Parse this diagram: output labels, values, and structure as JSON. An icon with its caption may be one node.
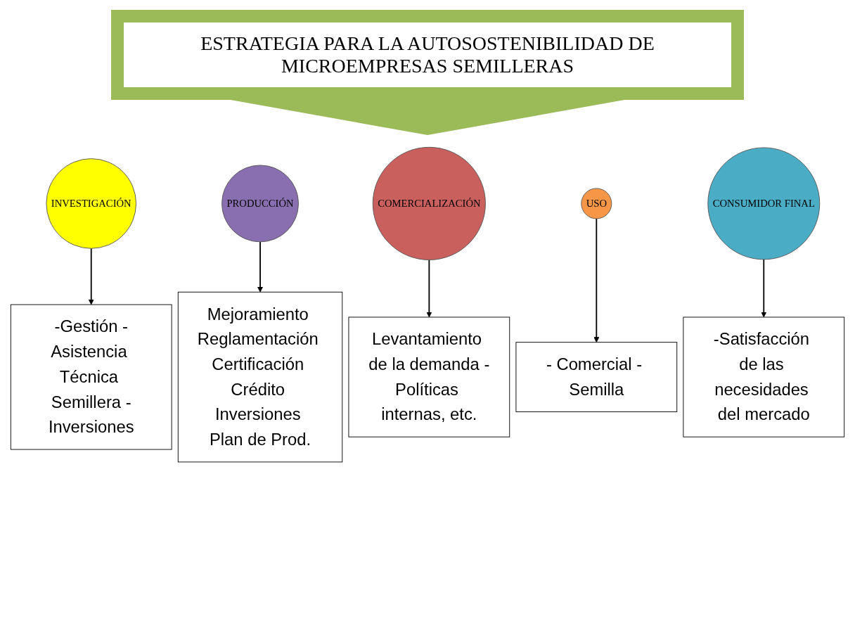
{
  "diagram": {
    "title": "ESTRATEGIA PARA LA AUTOSOSTENIBILIDAD DE MICROEMPRESAS SEMILLERAS",
    "nodes": [
      {
        "text": [
          "INVESTIGACIÓN"
        ]
      },
      {
        "text": [
          "PRODUCCIÓN"
        ]
      },
      {
        "text": [
          "COMERCIALIZACIÓN"
        ]
      },
      {
        "text": [
          "USO"
        ]
      },
      {
        "text": [
          "CONSUMIDOR FINAL"
        ]
      },
      {
        "text": [
          "-Gestión -Asistencia Técnica Semillera -Inversiones"
        ]
      },
      {
        "text": [
          "Mejoramiento Reglamentación Certificación Crédito Inversiones Plan de Prod."
        ]
      },
      {
        "text": [
          "Levantamiento de la demanda -Políticas internas, etc."
        ]
      },
      {
        "text": [
          "- Comercial - Semilla"
        ]
      },
      {
        "text": [
          "-Satisfacción de las necesidades del mercado"
        ]
      }
    ],
    "edges": [
      {
        "from": 0,
        "to": 5,
        "arrow": "to"
      },
      {
        "from": 1,
        "to": 6,
        "arrow": "to"
      },
      {
        "from": 2,
        "to": 7,
        "arrow": "to"
      },
      {
        "from": 3,
        "to": 8,
        "arrow": "to"
      },
      {
        "from": 4,
        "to": 9,
        "arrow": "to"
      }
    ]
  }
}
